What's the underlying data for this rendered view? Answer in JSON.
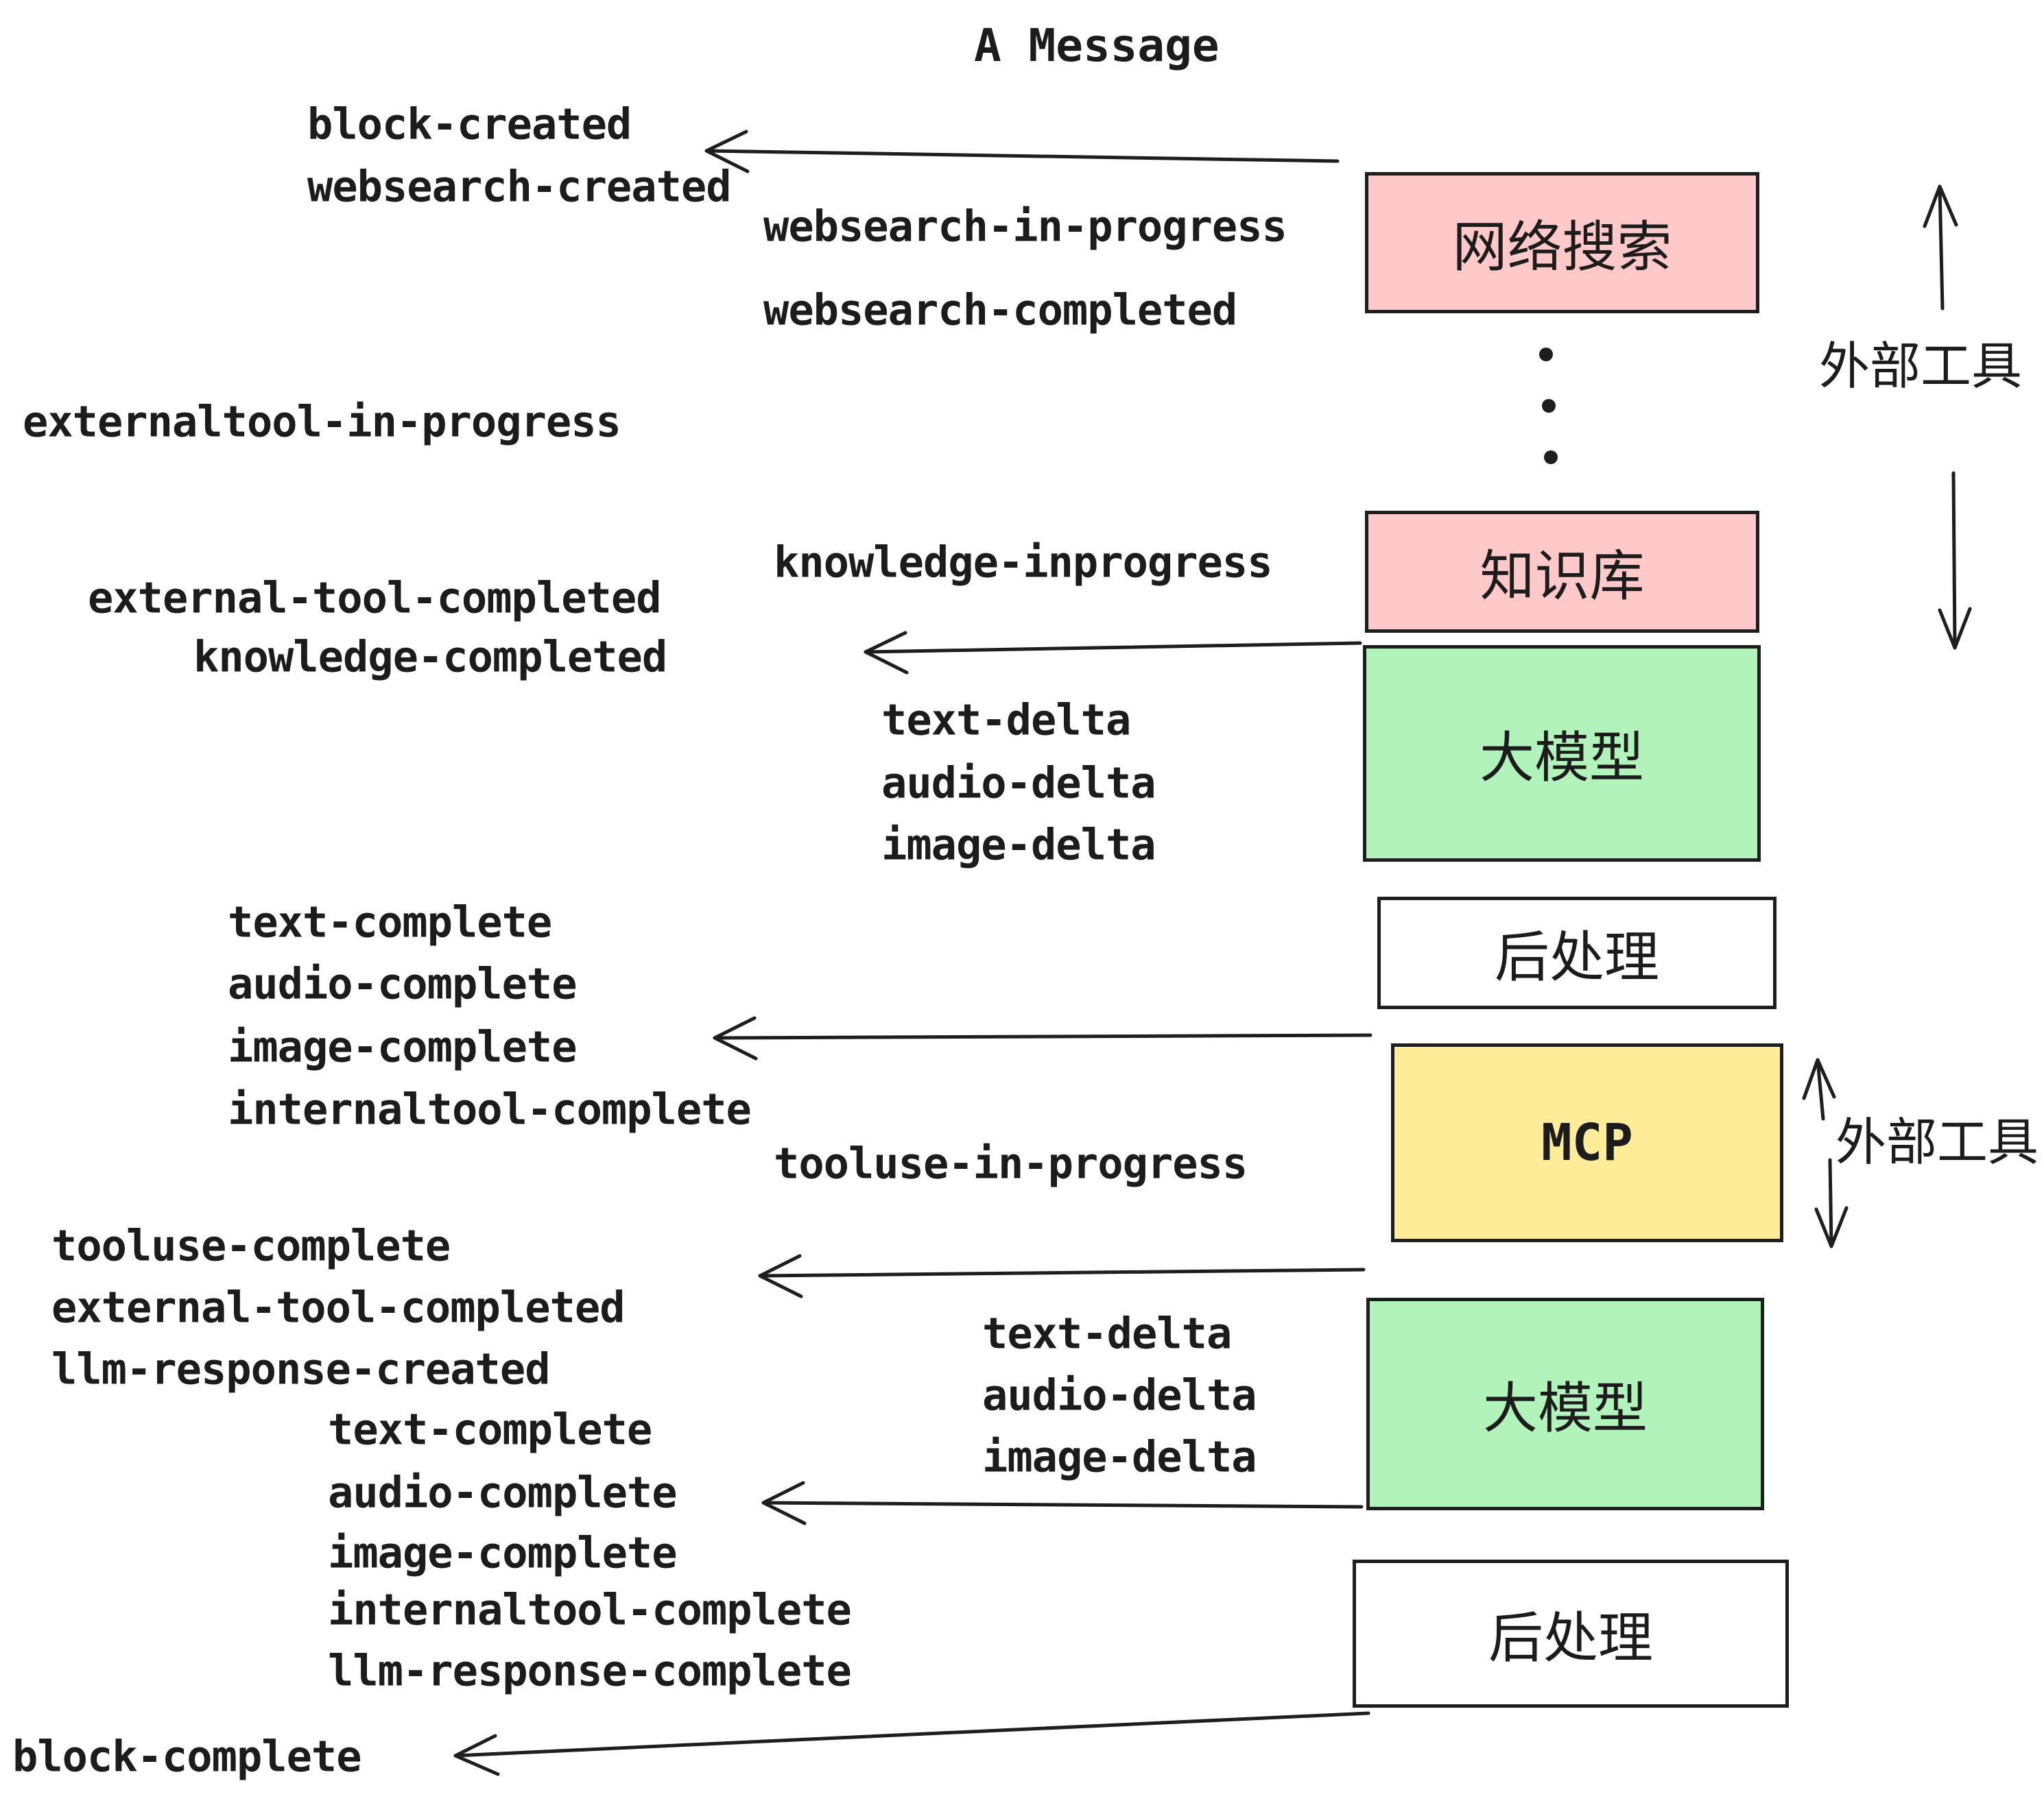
{
  "title": "A Message",
  "events": {
    "block_created": "block-created",
    "websearch_created": "websearch-created",
    "websearch_in_progress": "websearch-in-progress",
    "websearch_completed": "websearch-completed",
    "externaltool_in_progress": "externaltool-in-progress",
    "knowledge_inprogress": "knowledge-inprogress",
    "external_tool_completed_1": "external-tool-completed",
    "knowledge_completed": "knowledge-completed",
    "text_delta_1": "text-delta",
    "audio_delta_1": "audio-delta",
    "image_delta_1": "image-delta",
    "text_complete_1": "text-complete",
    "audio_complete_1": "audio-complete",
    "image_complete_1": "image-complete",
    "internaltool_complete_1": "internaltool-complete",
    "tooluse_in_progress": "tooluse-in-progress",
    "tooluse_complete": "tooluse-complete",
    "external_tool_completed_2": "external-tool-completed",
    "llm_response_created": "llm-response-created",
    "text_complete_2": "text-complete",
    "audio_complete_2": "audio-complete",
    "image_complete_2": "image-complete",
    "text_delta_2": "text-delta",
    "audio_delta_2": "audio-delta",
    "image_delta_2": "image-delta",
    "internaltool_complete_2": "internaltool-complete",
    "llm_response_complete": "llm-response-complete",
    "block_complete": "block-complete"
  },
  "boxes": {
    "websearch": "网络搜索",
    "knowledge": "知识库",
    "llm_1": "大模型",
    "postprocess_1": "后处理",
    "mcp": "MCP",
    "llm_2": "大模型",
    "postprocess_2": "后处理"
  },
  "side": {
    "external_tools_1": "外部工具",
    "external_tools_2": "外部工具"
  },
  "colors": {
    "box_pink": "#ffc9c9",
    "box_green": "#b2f2bb",
    "box_yellow": "#ffec99",
    "box_white": "#ffffff",
    "line": "#1e1e1e",
    "text": "#1c1c1c"
  }
}
